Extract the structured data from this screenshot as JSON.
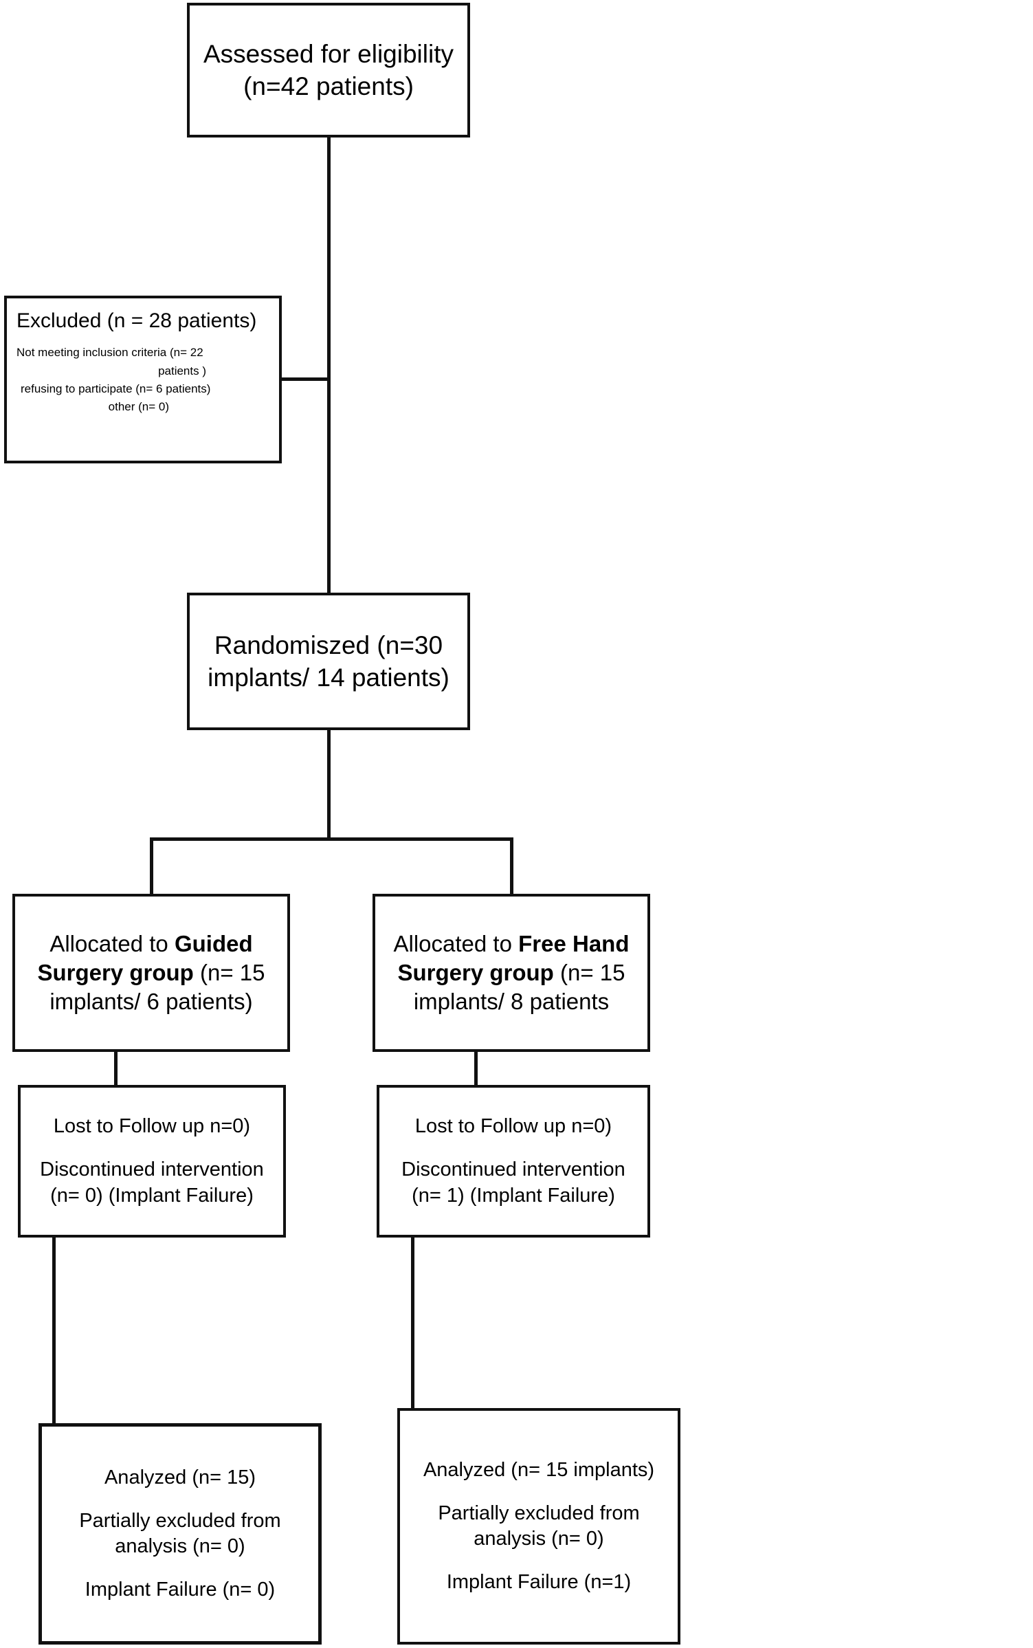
{
  "diagram": {
    "title": "CONSORT participant flow diagram",
    "line_color": "#111111",
    "box_border_color": "#111111",
    "background": "#ffffff"
  },
  "nodes": {
    "assessed": {
      "name": "assessed-for-eligibility",
      "line1": "Assessed for eligibility",
      "line2": "(n=42 patients)"
    },
    "excluded": {
      "name": "excluded",
      "header": "Excluded (n = 28 patients)",
      "reason1a": "Not meeting inclusion criteria (n= 22",
      "reason1b": "patients )",
      "reason2": "refusing to participate (n= 6 patients)",
      "reason3": "other (n= 0)"
    },
    "randomized": {
      "name": "randomized",
      "line1": "Randomiszed (n=30",
      "line2": "implants/ 14 patients)"
    },
    "allocated_guided": {
      "name": "allocated-guided-surgery",
      "line1_pre": "Allocated to ",
      "line1_bold": "Guided",
      "line2_bold": "Surgery group",
      "line2_post": " (n= 15",
      "line3": "implants/ 6 patients)"
    },
    "allocated_freehand": {
      "name": "allocated-free-hand-surgery",
      "line1_pre": "Allocated to ",
      "line1_bold": "Free Hand",
      "line2_bold": "Surgery group",
      "line2_post": " (n= 15",
      "line3": "implants/ 8 patients"
    },
    "followup_guided": {
      "name": "followup-guided-surgery",
      "line1": "Lost to Follow up n=0)",
      "line2": "Discontinued intervention",
      "line3": "(n= 0)   (Implant Failure)"
    },
    "followup_freehand": {
      "name": "followup-free-hand-surgery",
      "line1": "Lost to Follow up n=0)",
      "line2": "Discontinued intervention",
      "line3": "(n= 1)   (Implant Failure)"
    },
    "analyzed_guided": {
      "name": "analyzed-guided-surgery",
      "line1": "Analyzed (n= 15)",
      "line2a": "Partially excluded from",
      "line2b": "analysis (n= 0)",
      "line3": "Implant Failure (n= 0)"
    },
    "analyzed_freehand": {
      "name": "analyzed-free-hand-surgery",
      "line1": "Analyzed (n= 15 implants)",
      "line2a": "Partially excluded from",
      "line2b": "analysis (n= 0)",
      "line3": "Implant Failure (n=1)"
    }
  }
}
